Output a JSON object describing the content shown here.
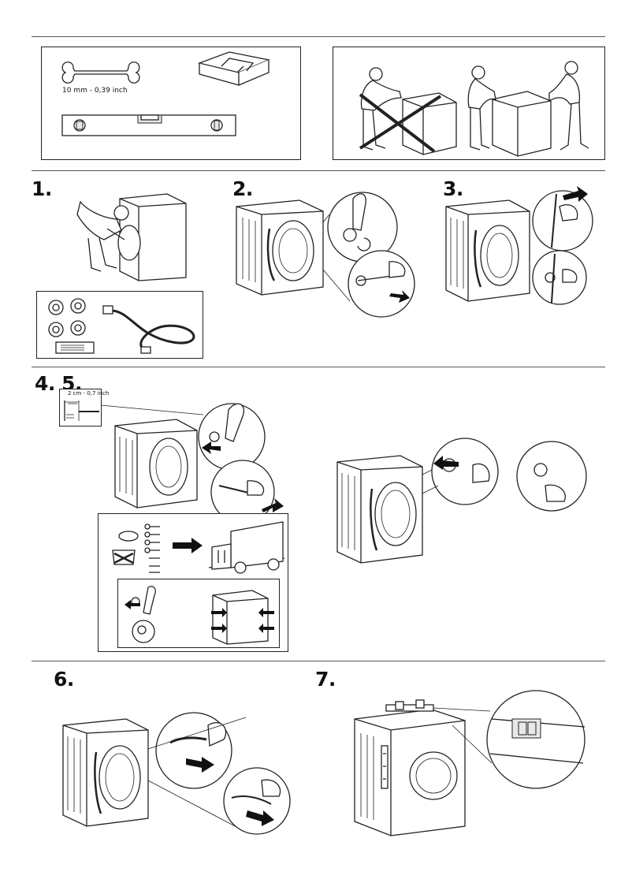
{
  "steps": {
    "s1": "1.",
    "s2": "2.",
    "s3": "3.",
    "s45": "4. 5.",
    "s6": "6.",
    "s7": "7."
  },
  "tools": {
    "wrench_size": "10 mm - 0,39 inch"
  },
  "measurement": {
    "distance": "2 cm - 0,7 inch"
  }
}
